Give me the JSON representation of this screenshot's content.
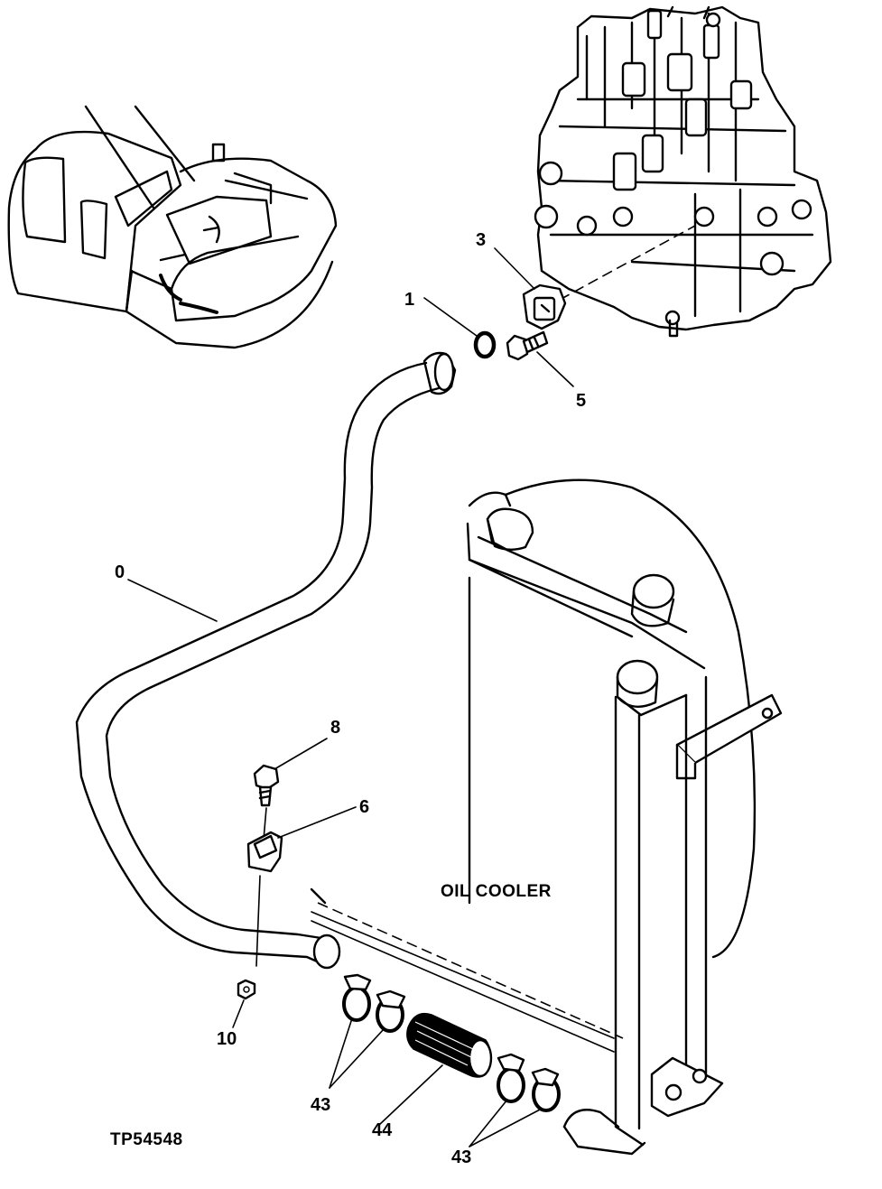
{
  "figure_id": "TP54548",
  "component_label": "OIL COOLER",
  "callouts": {
    "c0": "0",
    "c1": "1",
    "c3": "3",
    "c5": "5",
    "c6": "6",
    "c8": "8",
    "c10": "10",
    "c43a": "43",
    "c43b": "43",
    "c44": "44"
  }
}
